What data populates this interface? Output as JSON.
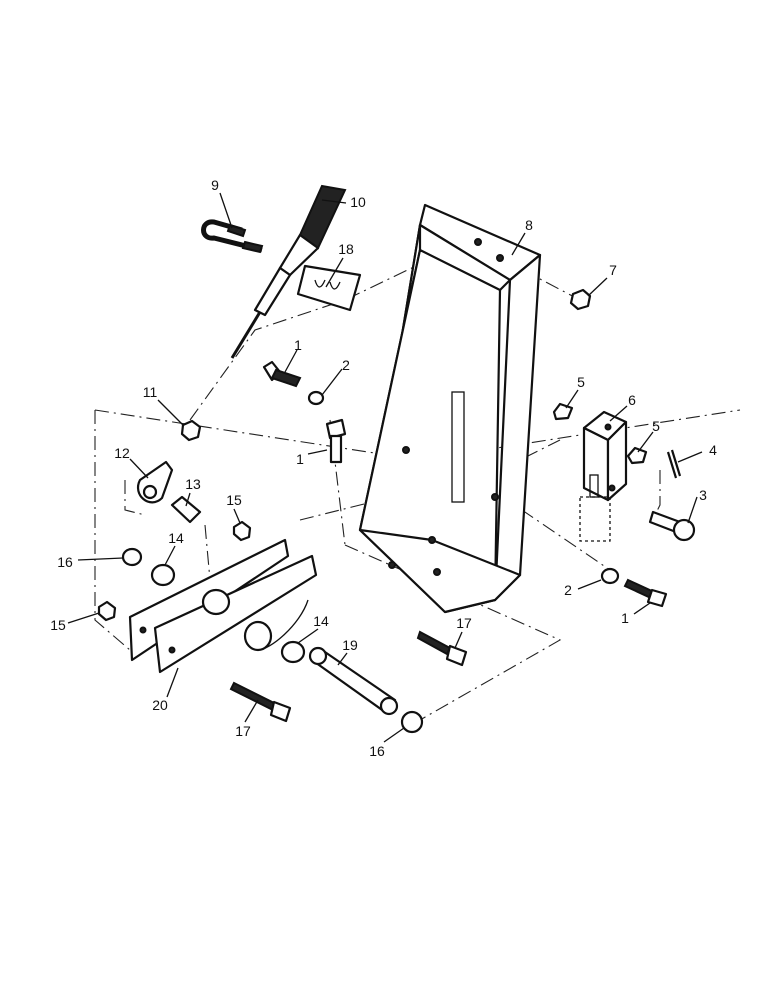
{
  "callouts": [
    {
      "id": "c1",
      "text": "1"
    },
    {
      "id": "c2",
      "text": "2"
    },
    {
      "id": "c3",
      "text": "1"
    },
    {
      "id": "c4",
      "text": "2"
    },
    {
      "id": "c5",
      "text": "1"
    },
    {
      "id": "c6",
      "text": "3"
    },
    {
      "id": "c7",
      "text": "4"
    },
    {
      "id": "c8",
      "text": "5"
    },
    {
      "id": "c9",
      "text": "5"
    },
    {
      "id": "c10",
      "text": "6"
    },
    {
      "id": "c11",
      "text": "7"
    },
    {
      "id": "c12",
      "text": "8"
    },
    {
      "id": "c13",
      "text": "9"
    },
    {
      "id": "c14",
      "text": "10"
    },
    {
      "id": "c15",
      "text": "11"
    },
    {
      "id": "c16",
      "text": "12"
    },
    {
      "id": "c17",
      "text": "13"
    },
    {
      "id": "c18",
      "text": "14"
    },
    {
      "id": "c19",
      "text": "14"
    },
    {
      "id": "c20",
      "text": "15"
    },
    {
      "id": "c21",
      "text": "15"
    },
    {
      "id": "c22",
      "text": "16"
    },
    {
      "id": "c23",
      "text": "16"
    },
    {
      "id": "c24",
      "text": "17"
    },
    {
      "id": "c25",
      "text": "17"
    },
    {
      "id": "c26",
      "text": "18"
    },
    {
      "id": "c27",
      "text": "19"
    },
    {
      "id": "c28",
      "text": "20"
    }
  ]
}
